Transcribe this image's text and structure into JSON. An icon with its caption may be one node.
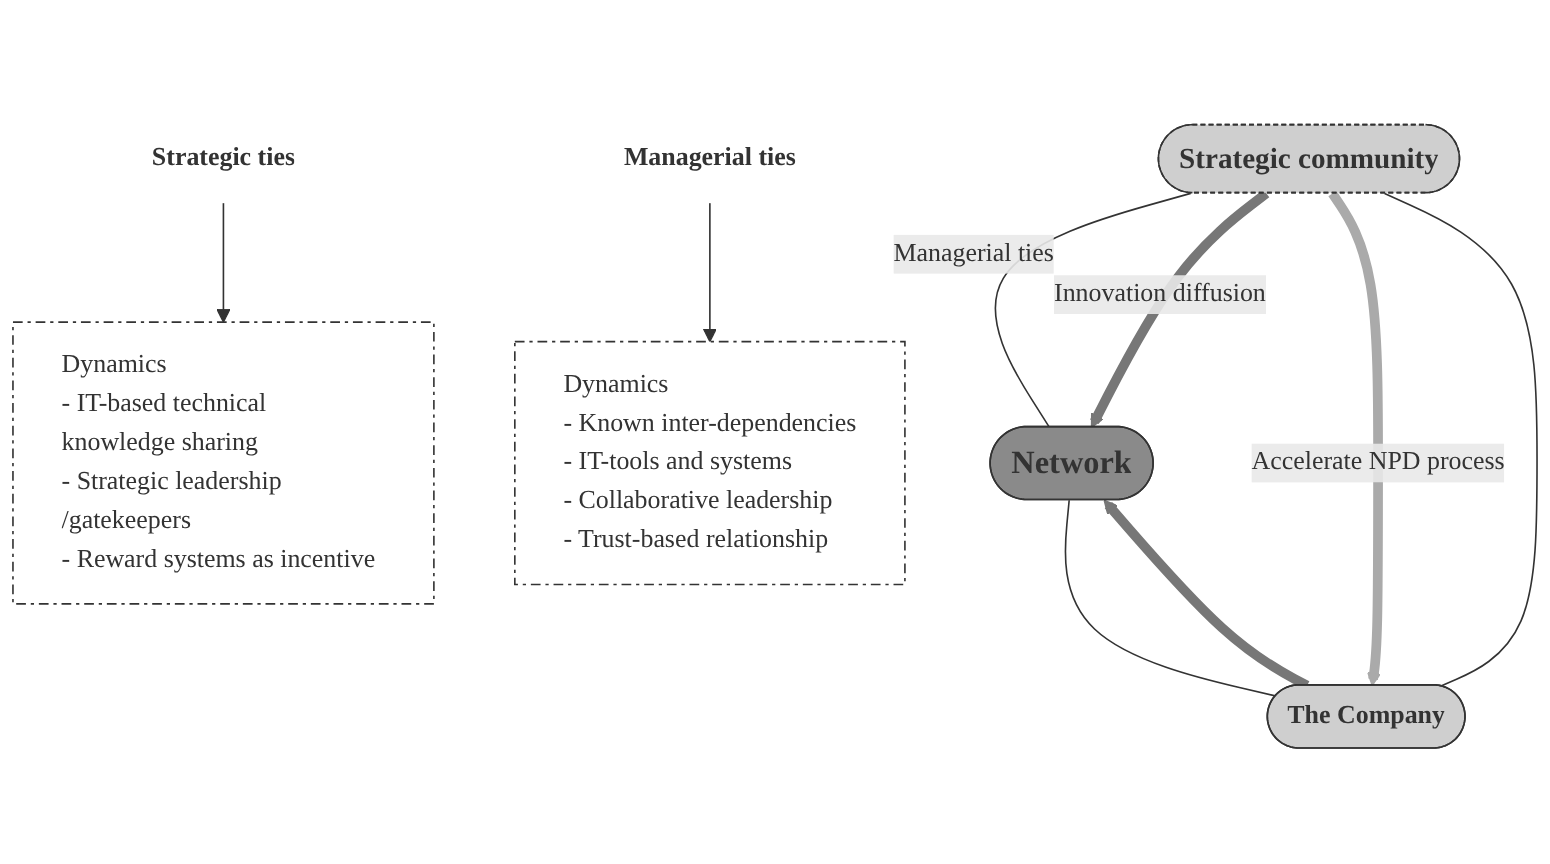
{
  "diagram": {
    "nodes": [
      {
        "text": [
          "Strategic community"
        ]
      },
      {
        "text": [
          "Network"
        ]
      },
      {
        "text": [
          "The Company"
        ]
      },
      {
        "text": [
          "Strategic ties"
        ]
      },
      {
        "text": [
          "Managerial ties"
        ]
      },
      {
        "text": [
          "Dynamics",
          "- IT-based technical knowledge sharing",
          "- Strategic leadership /gatekeepers",
          "- Reward systems as incentive"
        ]
      },
      {
        "text": [
          "Dynamics",
          "- Known inter-dependencies",
          "- IT-tools and systems",
          "- Collaborative leadership",
          "- Trust-based relationship"
        ]
      }
    ],
    "edges": [
      {
        "from": 0,
        "to": 1,
        "arrow": "none",
        "label": "Managerial ties"
      },
      {
        "from": 0,
        "to": 1,
        "arrow": "to",
        "style": "thick",
        "color": "#777777",
        "label": "Innovation diffusion"
      },
      {
        "from": 0,
        "to": 2,
        "arrow": "to",
        "style": "thick",
        "color": "#aaaaaa",
        "label": "Accelerate NPD process"
      },
      {
        "from": 2,
        "to": 1,
        "arrow": "to",
        "style": "thick",
        "color": "#777777"
      },
      {
        "from": 0,
        "to": 2,
        "arrow": "none"
      },
      {
        "from": 1,
        "to": 2,
        "arrow": "none"
      },
      {
        "from": 3,
        "to": 5,
        "arrow": "to"
      },
      {
        "from": 4,
        "to": 6,
        "arrow": "to"
      }
    ]
  }
}
